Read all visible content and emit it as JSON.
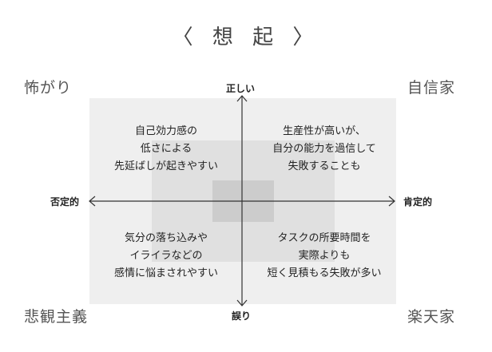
{
  "title": "〈 想 起 〉",
  "corners": {
    "top_left": "怖がり",
    "top_right": "自信家",
    "bottom_left": "悲観主義",
    "bottom_right": "楽天家"
  },
  "axes": {
    "top": "正しい",
    "bottom": "誤り",
    "left": "否定的",
    "right": "肯定的"
  },
  "quadrants": {
    "top_left": [
      "自己効力感の",
      "低さによる",
      "先延ばしが起きやすい"
    ],
    "top_right": [
      "生産性が高いが、",
      "自分の能力を過信して",
      "失敗することも"
    ],
    "bottom_left": [
      "気分の落ち込みや",
      "イライラなどの",
      "感情に悩まされやすい"
    ],
    "bottom_right": [
      "タスクの所要時間を",
      "実際よりも",
      "短く見積もる失敗が多い"
    ]
  },
  "colors": {
    "outer_box": "#efefef",
    "middle_box": "#e0e0e0",
    "inner_box": "#cccccc",
    "axis": "#333333"
  }
}
